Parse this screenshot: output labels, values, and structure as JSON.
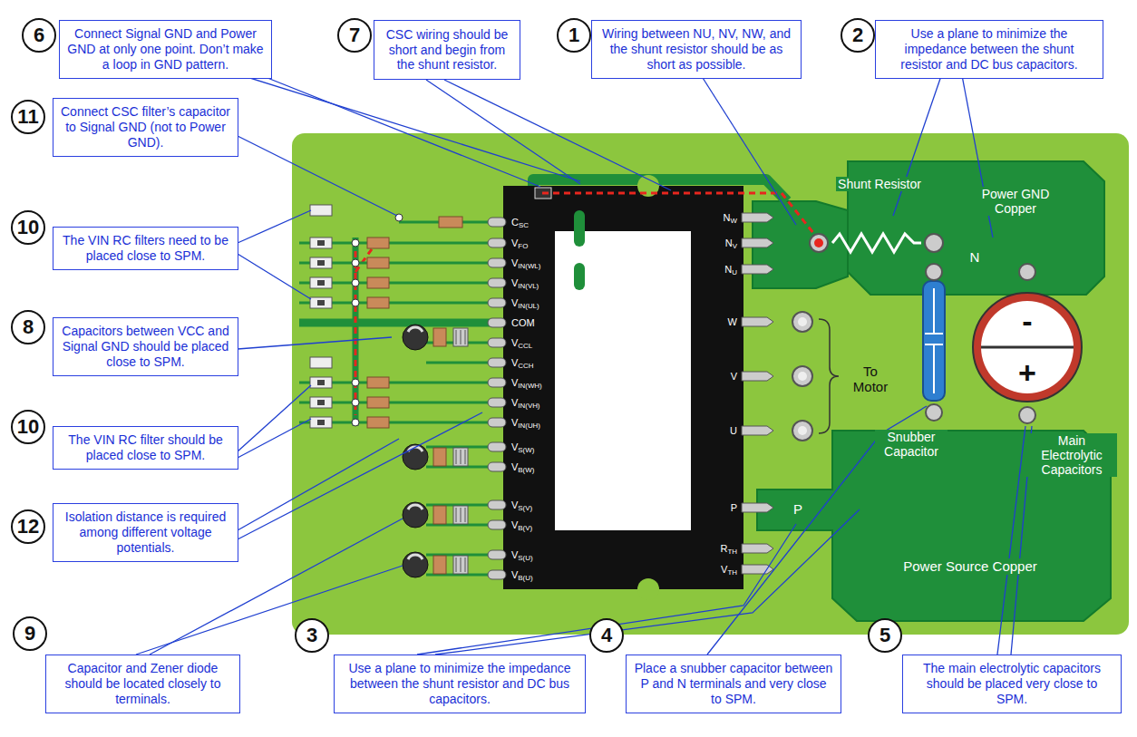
{
  "diagram": {
    "nodes": [
      {
        "text": [
          "6"
        ]
      },
      {
        "text": [
          "Connect Signal GND and Power GND at only one point. Don’t make a loop in GND pattern."
        ]
      },
      {
        "text": [
          "7"
        ]
      },
      {
        "text": [
          "CSC wiring should be short and begin from the shunt resistor."
        ]
      },
      {
        "text": [
          "1"
        ]
      },
      {
        "text": [
          "Wiring between NU, NV, NW, and the shunt resistor should be as short as possible."
        ]
      },
      {
        "text": [
          "2"
        ]
      },
      {
        "text": [
          "Use a plane to minimize the impedance between the shunt resistor and DC bus capacitors."
        ]
      },
      {
        "text": [
          "11"
        ]
      },
      {
        "text": [
          "Connect CSC filter’s capacitor to Signal GND (not to Power GND)."
        ]
      },
      {
        "text": [
          "10"
        ]
      },
      {
        "text": [
          "The VIN RC filters need to be placed close to SPM."
        ]
      },
      {
        "text": [
          "8"
        ]
      },
      {
        "text": [
          "Capacitors between VCC and Signal GND should be placed close to SPM."
        ]
      },
      {
        "text": [
          "10"
        ]
      },
      {
        "text": [
          "The VIN RC filter should be placed close to SPM."
        ]
      },
      {
        "text": [
          "12"
        ]
      },
      {
        "text": [
          "Isolation distance is required among different voltage potentials."
        ]
      },
      {
        "text": [
          "9"
        ]
      },
      {
        "text": [
          "Capacitor and Zener diode should be located closely to terminals."
        ]
      },
      {
        "text": [
          "3"
        ]
      },
      {
        "text": [
          "Use a plane to minimize the impedance between the shunt resistor and DC bus capacitors."
        ]
      },
      {
        "text": [
          "4"
        ]
      },
      {
        "text": [
          "Place a snubber capacitor between P and N terminals and very close to SPM."
        ]
      },
      {
        "text": [
          "5"
        ]
      },
      {
        "text": [
          "The main electrolytic capacitors should be placed very close to SPM."
        ]
      }
    ],
    "labels": [
      "Shunt Resistor",
      "Power GND Copper",
      "N",
      "-",
      "+",
      "To Motor",
      "Snubber Capacitor",
      "Main Electrolytic Capacitors",
      "Power Source Copper",
      "P",
      "CSC",
      "VFO",
      "VIN(WL)",
      "VIN(VL)",
      "VIN(UL)",
      "COM",
      "VCCL",
      "VCCH",
      "VIN(WH)",
      "VIN(VH)",
      "VIN(UH)",
      "VS(W)",
      "VB(W)",
      "VS(V)",
      "VB(V)",
      "VS(U)",
      "VB(U)",
      "NW",
      "NV",
      "NU",
      "W",
      "V",
      "U",
      "P",
      "RTH",
      "VTH"
    ]
  }
}
